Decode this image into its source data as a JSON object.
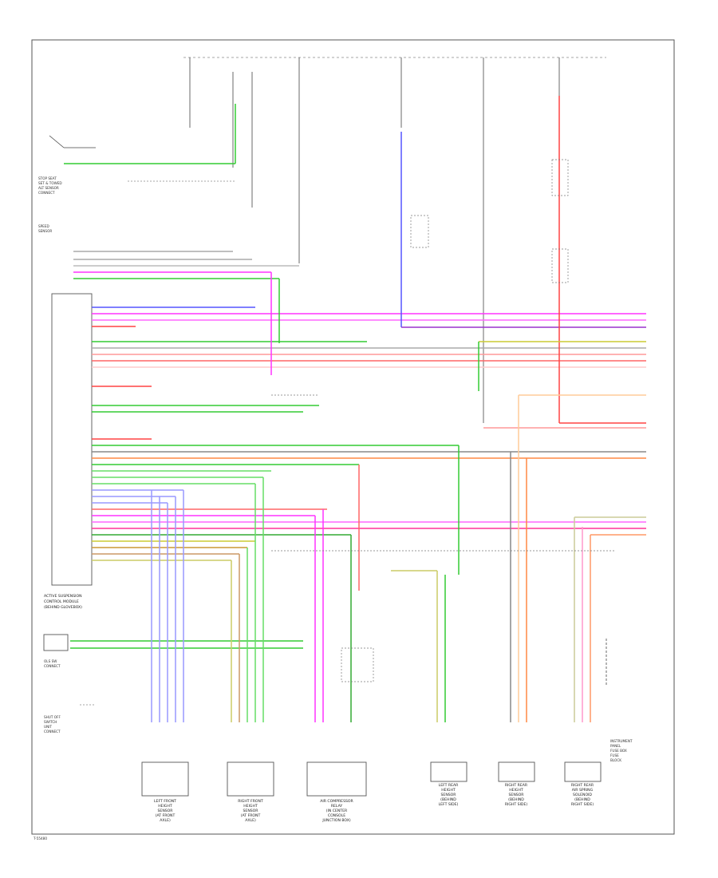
{
  "diagram": {
    "footer_code": "T-55480",
    "left_labels": [
      "STOP SEAT",
      "SET & TOWED",
      "ALT SENSOR",
      "CONNECT",
      "SPEED",
      "SENSOR",
      "OLS SW",
      "CONNECT",
      "SHUT OFF",
      "SWITCH",
      "UNIT",
      "CONNECT"
    ],
    "ecu_label": [
      "ACTIVE SUSPENSION",
      "CONTROL MODULE",
      "(BEHIND GLOVEBOX)"
    ],
    "components": [
      {
        "label": [
          "LEFT FRONT",
          "HEIGHT",
          "SENSOR",
          "(AT FRONT",
          "AXLE)"
        ]
      },
      {
        "label": [
          "RIGHT FRONT",
          "HEIGHT",
          "SENSOR",
          "(AT FRONT",
          "AXLE)"
        ]
      },
      {
        "label": [
          "AIR COMPRESSOR",
          "RELAY",
          "(IN CENTER",
          "CONSOLE",
          "JUNCTION BOX)"
        ]
      },
      {
        "label": [
          "LEFT REAR",
          "HEIGHT",
          "SENSOR",
          "(BEHIND",
          "LEFT SIDE)"
        ]
      },
      {
        "label": [
          "RIGHT REAR",
          "HEIGHT",
          "SENSOR",
          "(BEHIND",
          "RIGHT SIDE)"
        ]
      },
      {
        "label": [
          "RIGHT REAR",
          "AIR SPRING",
          "SOLENOID",
          "(BEHIND",
          "RIGHT SIDE)"
        ]
      }
    ],
    "right_labels": [
      "INSTRUMENT",
      "PANEL",
      "FUSE BOX",
      "FUSE",
      "BLOCK"
    ]
  }
}
